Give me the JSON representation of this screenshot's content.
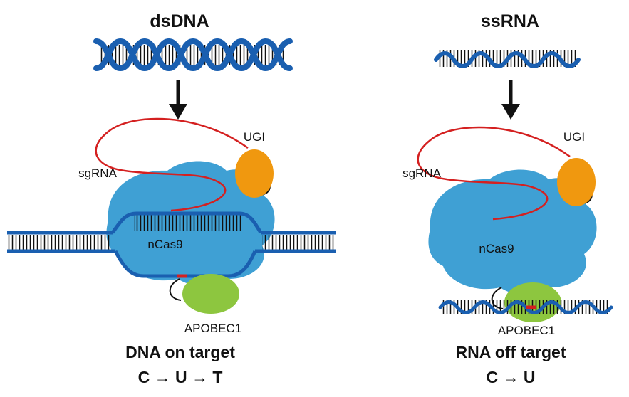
{
  "colors": {
    "cas9_blue": "#3FA0D4",
    "dna_blue": "#1A5FB0",
    "sgrna_red": "#D42020",
    "ugi_orange": "#F0980F",
    "apobec_green": "#8DC63F",
    "ink": "#111111"
  },
  "left": {
    "title": "dsDNA",
    "sgrna_label": "sgRNA",
    "ugi_label": "UGI",
    "cas9_label": "nCas9",
    "apobec_label": "APOBEC1",
    "caption_line1": "DNA on target",
    "caption_line2": "C → U → T"
  },
  "right": {
    "title": "ssRNA",
    "sgrna_label": "sgRNA",
    "ugi_label": "UGI",
    "cas9_label": "nCas9",
    "apobec_label": "APOBEC1",
    "caption_line1": "RNA off target",
    "caption_line2": "C → U"
  }
}
